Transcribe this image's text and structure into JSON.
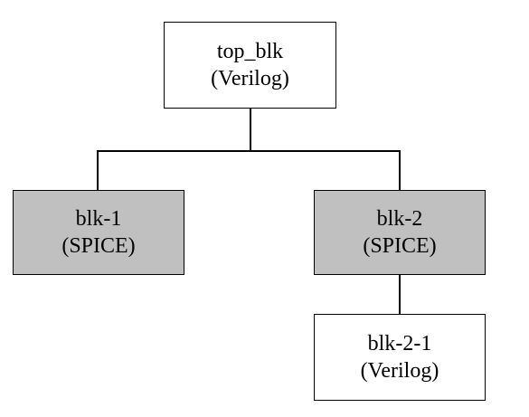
{
  "diagram": {
    "type": "hierarchy-tree",
    "colors": {
      "line": "#000000",
      "verilog_fill": "#ffffff",
      "spice_fill": "#c0c0c0"
    },
    "nodes": {
      "top": {
        "name": "top_blk",
        "kind": "(Verilog)"
      },
      "blk1": {
        "name": "blk-1",
        "kind": "(SPICE)"
      },
      "blk2": {
        "name": "blk-2",
        "kind": "(SPICE)"
      },
      "blk21": {
        "name": "blk-2-1",
        "kind": "(Verilog)"
      }
    },
    "edges": [
      {
        "from": "top_blk",
        "to": "blk-1"
      },
      {
        "from": "top_blk",
        "to": "blk-2"
      },
      {
        "from": "blk-2",
        "to": "blk-2-1"
      }
    ]
  }
}
